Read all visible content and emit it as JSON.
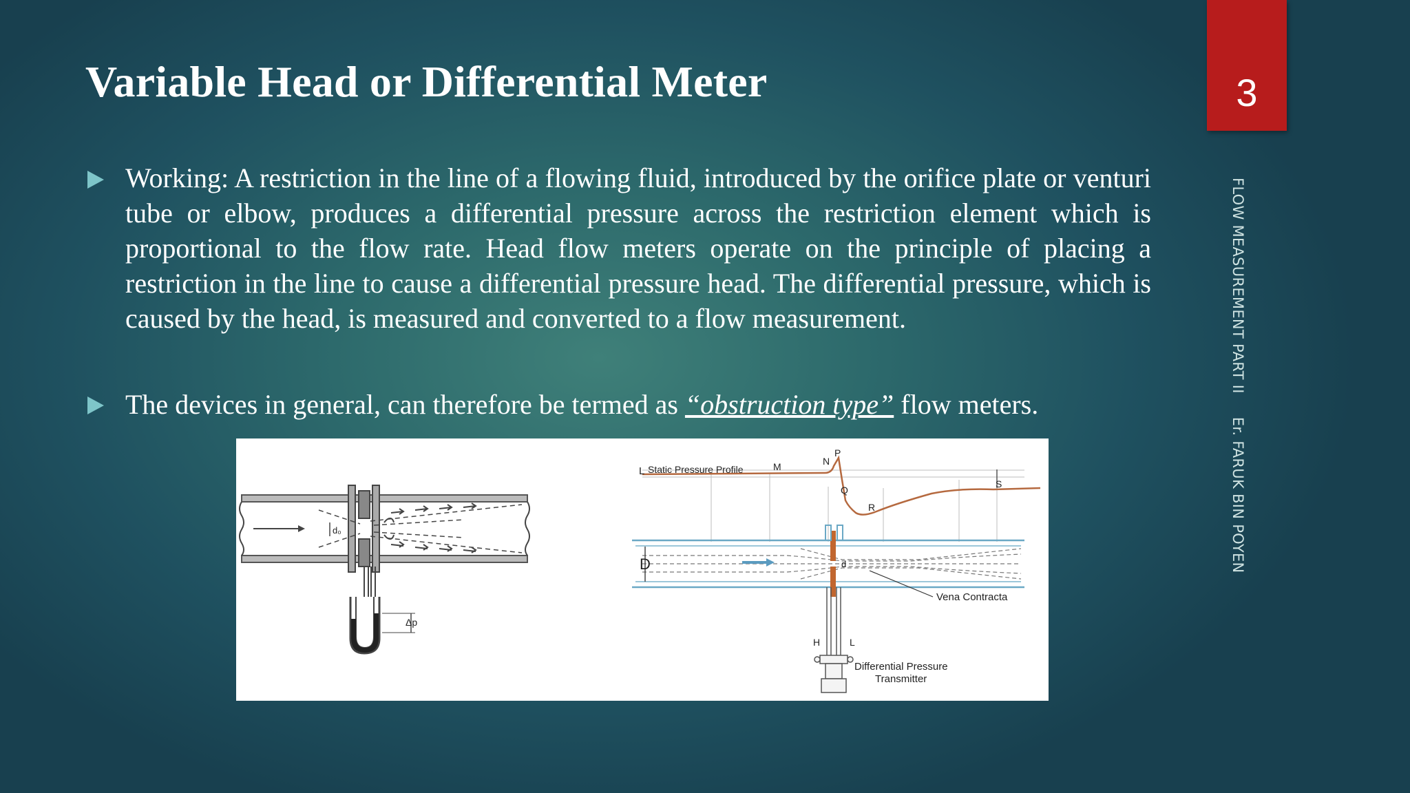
{
  "slide": {
    "title": "Variable Head or Differential Meter",
    "page_number": "3",
    "sidebar_text": "FLOW MEASUREMENT PART II",
    "author": "Er. FARUK BIN POYEN",
    "bullets": [
      {
        "text": "Working: A restriction in the line of a flowing fluid, introduced by the orifice plate or venturi tube or elbow, produces a differential pressure across the restriction element which is proportional to the flow rate. Head flow meters operate on the principle of placing a restriction in the line to cause a differential pressure head. The differential pressure, which is caused by the head, is measured and converted to a flow measurement."
      },
      {
        "prefix": "The devices in general, can therefore be termed as ",
        "emphasis": "“obstruction type”",
        "suffix": " flow meters."
      }
    ]
  },
  "figure": {
    "left_labels": {
      "d0": "d₀",
      "dp": "Δp"
    },
    "right_labels": {
      "L_top": "L",
      "static_profile": "Static Pressure Profile",
      "M": "M",
      "N": "N",
      "P": "P",
      "Q": "Q",
      "R": "R",
      "S": "S",
      "D": "D",
      "d": "d",
      "vena": "Vena Contracta",
      "H": "H",
      "L_bottom": "L",
      "dpt_line1": "Differential Pressure",
      "dpt_line2": "Transmitter"
    }
  },
  "colors": {
    "page_box": "#b71c1c",
    "bullet": "#7ec5c9",
    "profile_line": "#b5693f"
  }
}
